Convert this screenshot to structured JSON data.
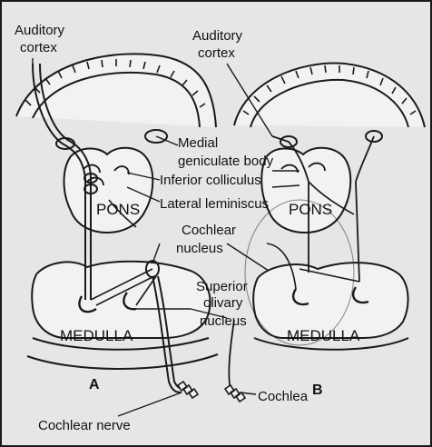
{
  "labels": {
    "auditory_cortex_left": [
      "Auditory",
      "cortex"
    ],
    "auditory_cortex_right": [
      "Auditory",
      "cortex"
    ],
    "medial_geniculate_body": [
      "Medial",
      "geniculate body"
    ],
    "inferior_colliculus": "Inferior colliculus",
    "lateral_leminiscus": "Lateral leminiscus",
    "pons_left": "PONS",
    "pons_right": "PONS",
    "cochlear_nucleus": [
      "Cochlear",
      "nucleus"
    ],
    "superior_olivary_nucleus": [
      "Superior",
      "olivary",
      "nucleus"
    ],
    "medulla_left": "MEDULLA",
    "medulla_right": "MEDULLA",
    "cochlea": "Cochlea",
    "cochlear_nerve": "Cochlear nerve",
    "panel_a": "A",
    "panel_b": "B"
  },
  "colors": {
    "background": "#e6e6e6",
    "tissue": "#f2f2f2",
    "stroke": "#1a1a1a"
  }
}
